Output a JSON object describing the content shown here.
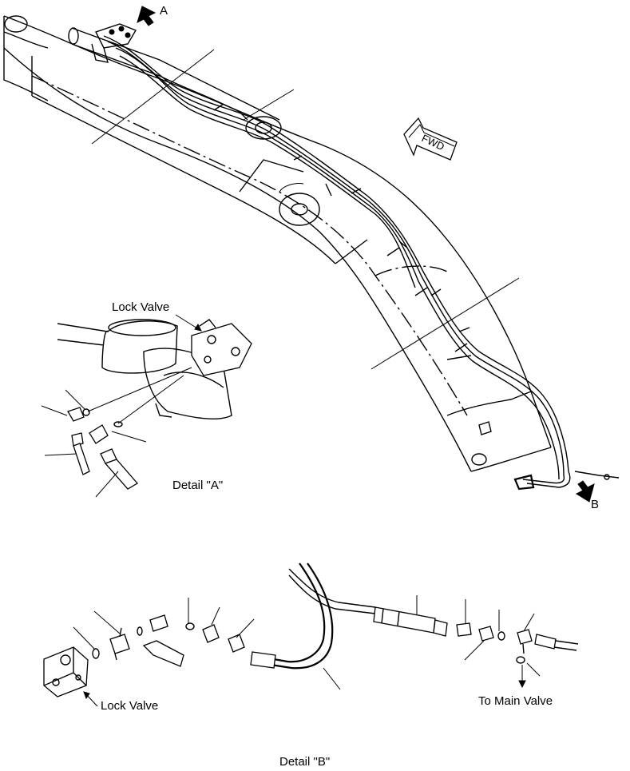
{
  "title": "Detail \"B\"",
  "arrows": {
    "arrow_a": "A",
    "arrow_b": "B",
    "fwd": "FWD"
  },
  "detail_a": {
    "caption": "Detail \"A\"",
    "lock_valve_label": "Lock Valve"
  },
  "detail_b": {
    "lock_valve_label": "Lock Valve",
    "to_main_valve_label": "To Main Valve"
  },
  "colors": {
    "line": "#000000",
    "background": "#ffffff"
  }
}
